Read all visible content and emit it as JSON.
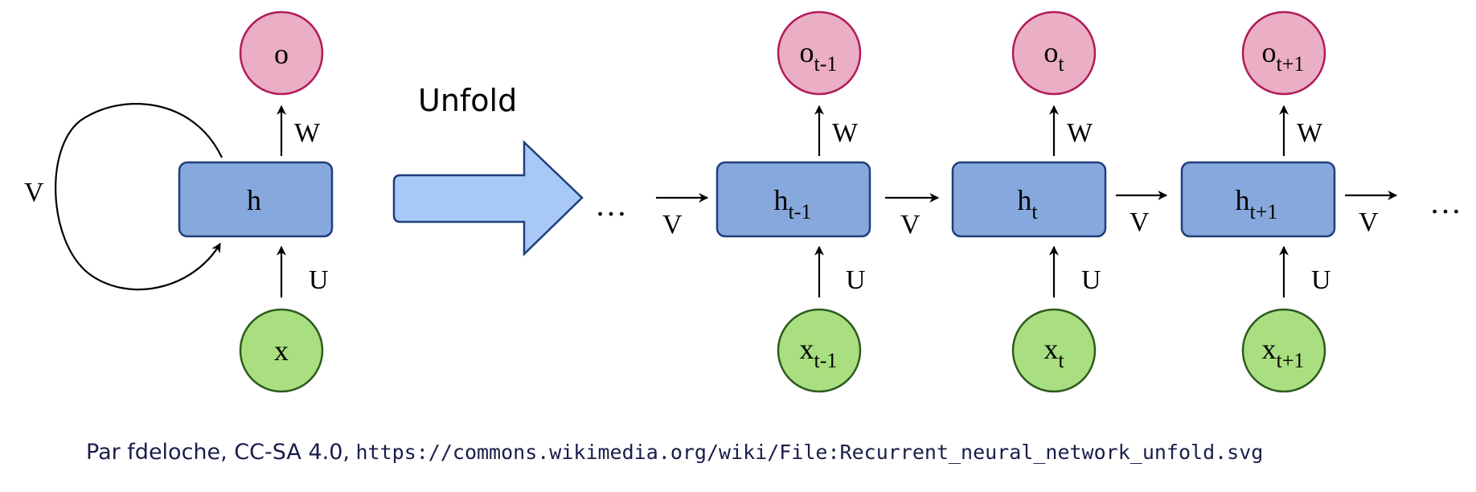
{
  "folded": {
    "hidden": "h",
    "input": "x",
    "output": "o",
    "recurrent_weight": "V",
    "input_weight": "U",
    "output_weight": "W"
  },
  "unfold_label": "Unfold",
  "ellipsis": "…",
  "steps": [
    {
      "hidden": "h",
      "hidden_sub": "t-1",
      "input": "x",
      "input_sub": "t-1",
      "output": "o",
      "output_sub": "t-1",
      "input_weight": "U",
      "output_weight": "W"
    },
    {
      "hidden": "h",
      "hidden_sub": "t",
      "input": "x",
      "input_sub": "t",
      "output": "o",
      "output_sub": "t",
      "input_weight": "U",
      "output_weight": "W"
    },
    {
      "hidden": "h",
      "hidden_sub": "t+1",
      "input": "x",
      "input_sub": "t+1",
      "output": "o",
      "output_sub": "t+1",
      "input_weight": "U",
      "output_weight": "W"
    }
  ],
  "recurrent_labels": [
    "V",
    "V",
    "V",
    "V"
  ],
  "caption": {
    "author": "Par fdeloche, CC-SA 4.0,",
    "url": "https://commons.wikimedia.org/wiki/File:Recurrent_neural_network_unfold.svg"
  },
  "colors": {
    "hidden_fill": "#87a8dd",
    "hidden_stroke": "#1f3f78",
    "input_fill": "#a9df80",
    "input_stroke": "#2f5a1e",
    "output_fill": "#eaaec5",
    "output_stroke": "#b21a5a",
    "arrow_fill": "#a8c8f8",
    "arrow_stroke": "#1f3f78",
    "caption_text": "#1a1d4a"
  }
}
